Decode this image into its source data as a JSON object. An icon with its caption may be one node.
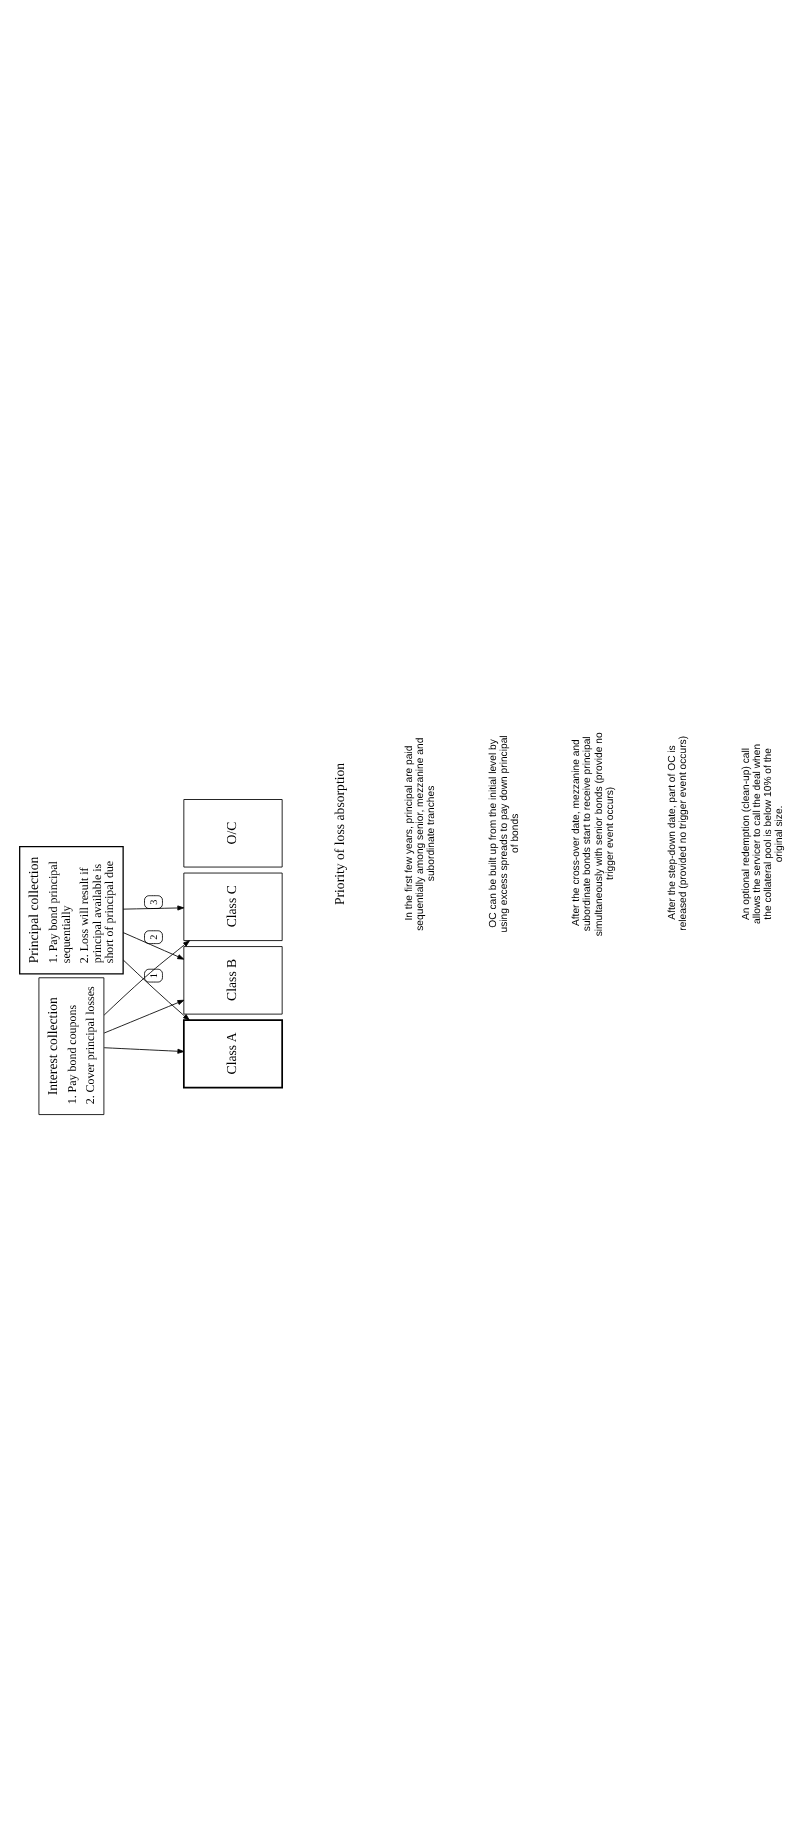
{
  "diagram": {
    "nodes": [
      {
        "text": [
          "Interest collection",
          "1. Pay bond coupons",
          "2. Cover principal losses"
        ]
      },
      {
        "text": [
          "Class A"
        ]
      },
      {
        "text": [
          "Class B"
        ]
      },
      {
        "text": [
          "Class C"
        ]
      },
      {
        "text": [
          "O/C"
        ]
      },
      {
        "text": [
          "Principal collection",
          "1. Pay bond principal sequentially",
          "2. Loss will result if principal available is short of principal due"
        ]
      }
    ],
    "edges": [
      {
        "from": 0,
        "to": 1,
        "arrow": "to"
      },
      {
        "from": 0,
        "to": 2,
        "arrow": "to"
      },
      {
        "from": 0,
        "to": 3,
        "arrow": "to"
      },
      {
        "from": 5,
        "to": 1,
        "arrow": "to",
        "label": "1"
      },
      {
        "from": 5,
        "to": 2,
        "arrow": "to",
        "label": "2"
      },
      {
        "from": 5,
        "to": 3,
        "arrow": "to",
        "label": "3"
      }
    ],
    "labels": [
      "Priority of loss absorption",
      "In the first few years, principal are paid sequentially among senior, mezzanine and subordinate tranches",
      "OC can be built up from the initial level by using excess spreads to pay down principal of bonds",
      "After the cross-over date, mezzanine and subordinate bonds start to receive principal simultaneously with senior bonds (provide no trigger event occurs)",
      "After the step-down date, part of OC is released (provided no trigger event occurs)",
      "An optional redemption (clean-up) call allows the servicer to call the deal when the collateral pool is below 10% of the original size."
    ]
  }
}
